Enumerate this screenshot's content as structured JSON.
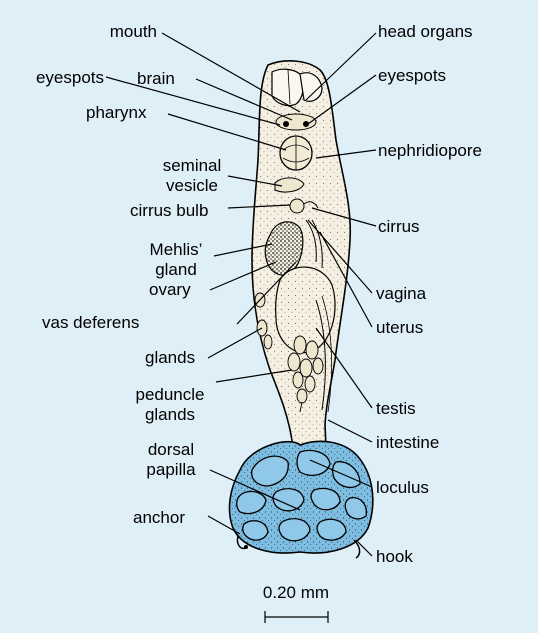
{
  "colors": {
    "background": "#dfeff8",
    "body_fill": "#f5efe1",
    "disc_fill": "#7fbde0",
    "ink": "#000000"
  },
  "labels_left": {
    "mouth": "mouth",
    "eyespots": "eyespots",
    "brain": "brain",
    "pharynx": "pharynx",
    "seminal_vesicle": "seminal\nvesicle",
    "cirrus_bulb": "cirrus bulb",
    "mehlis_gland": "Mehlis’\ngland",
    "ovary": "ovary",
    "vas_deferens": "vas deferens",
    "glands": "glands",
    "peduncle_glands": "peduncle\nglands",
    "dorsal_papilla": "dorsal\npapilla",
    "anchor": "anchor"
  },
  "labels_right": {
    "head_organs": "head organs",
    "eyespots": "eyespots",
    "nephridiopore": "nephridiopore",
    "cirrus": "cirrus",
    "vagina": "vagina",
    "uterus": "uterus",
    "testis": "testis",
    "intestine": "intestine",
    "loculus": "loculus",
    "hook": "hook"
  },
  "scale_bar": {
    "label": "0.20 mm"
  }
}
